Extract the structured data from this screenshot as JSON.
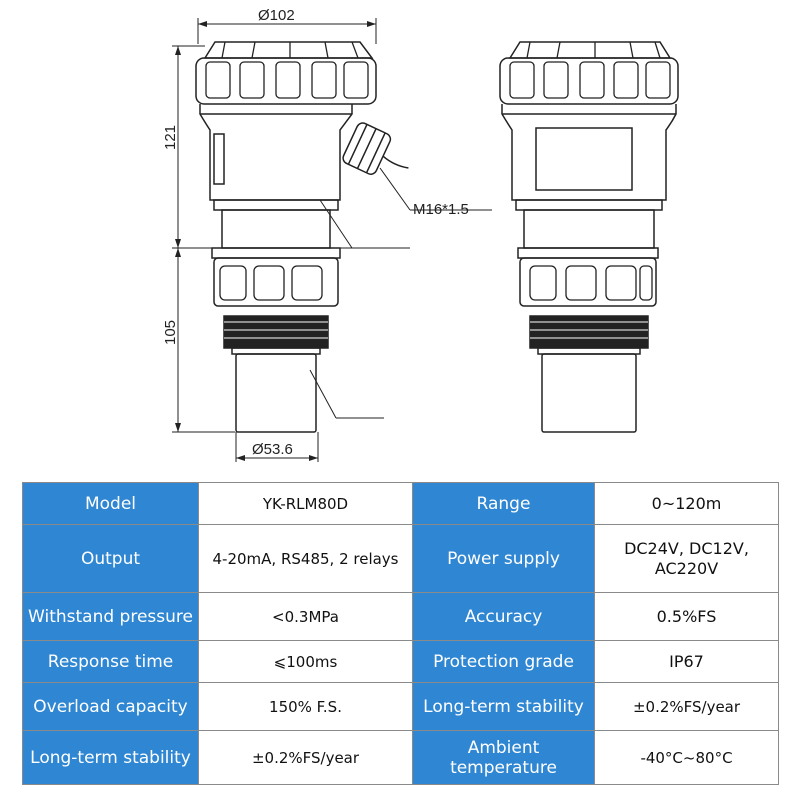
{
  "drawing": {
    "dim_diameter_top": "Ø102",
    "dim_height_upper": "121",
    "dim_height_lower": "105",
    "dim_diameter_bottom": "Ø53.6",
    "thread_label": "M16*1.5"
  },
  "specs": {
    "rows": [
      {
        "l1": "Model",
        "v1": "YK-RLM80D",
        "l2": "Range",
        "v2": "0~120m"
      },
      {
        "l1": "Output",
        "v1": "4-20mA,  RS485, 2 relays",
        "l2": "Power supply",
        "v2": "DC24V, DC12V, AC220V"
      },
      {
        "l1": "Withstand pressure",
        "v1": "<0.3MPa",
        "l2": "Accuracy",
        "v2": "0.5%FS"
      },
      {
        "l1": "Response time",
        "v1": "⩽100ms",
        "l2": "Protection grade",
        "v2": "IP67"
      },
      {
        "l1": "Overload capacity",
        "v1": "150% F.S.",
        "l2": "Long-term stability",
        "v2": "±0.2%FS/year"
      },
      {
        "l1": "Long-term stability",
        "v1": "±0.2%FS/year",
        "l2": "Ambient temperature",
        "v2": "-40°C~80°C"
      }
    ]
  }
}
